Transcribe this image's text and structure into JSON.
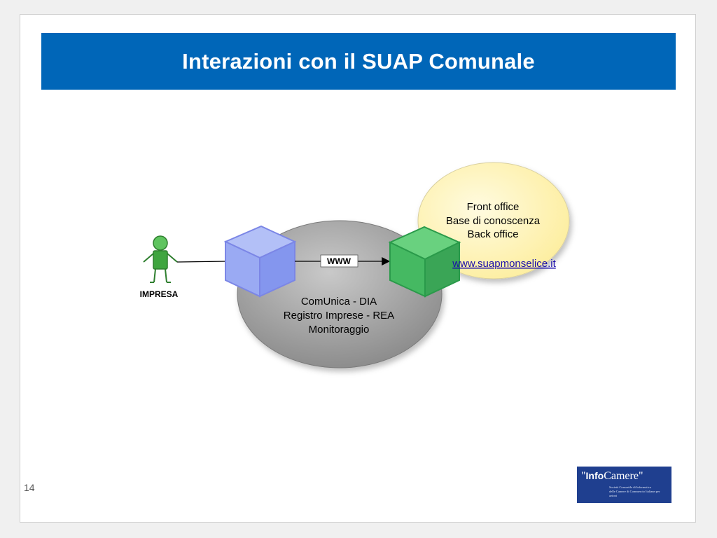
{
  "slide": {
    "title": "Interazioni con il SUAP Comunale",
    "page_number": "14"
  },
  "diagram": {
    "actor_label": "IMPRESA",
    "channel_label": "WWW",
    "central_lines": [
      "ComUnica - DIA",
      "Registro Imprese - REA",
      "Monitoraggio"
    ],
    "callout_lines": [
      "Front office",
      "Base di conoscenza",
      "Back office"
    ],
    "callout_link": "www.suapmonselice.it"
  },
  "logo": {
    "name_open": "\"",
    "name_bold": "Info",
    "name_rest": "Camere\"",
    "subtitle_line1": "Società Consortile di Informatica",
    "subtitle_line2": "delle Camere di Commercio Italiane per azioni"
  },
  "colors": {
    "title_bar": "#0066b8",
    "blue_cube": "#8b9ef0",
    "green_cube": "#3fb25f",
    "callout_fill": "#fff7c0",
    "central_ellipse": "#9b9b9b",
    "link": "#1a0dab",
    "logo_bg": "#1f3f8f"
  }
}
